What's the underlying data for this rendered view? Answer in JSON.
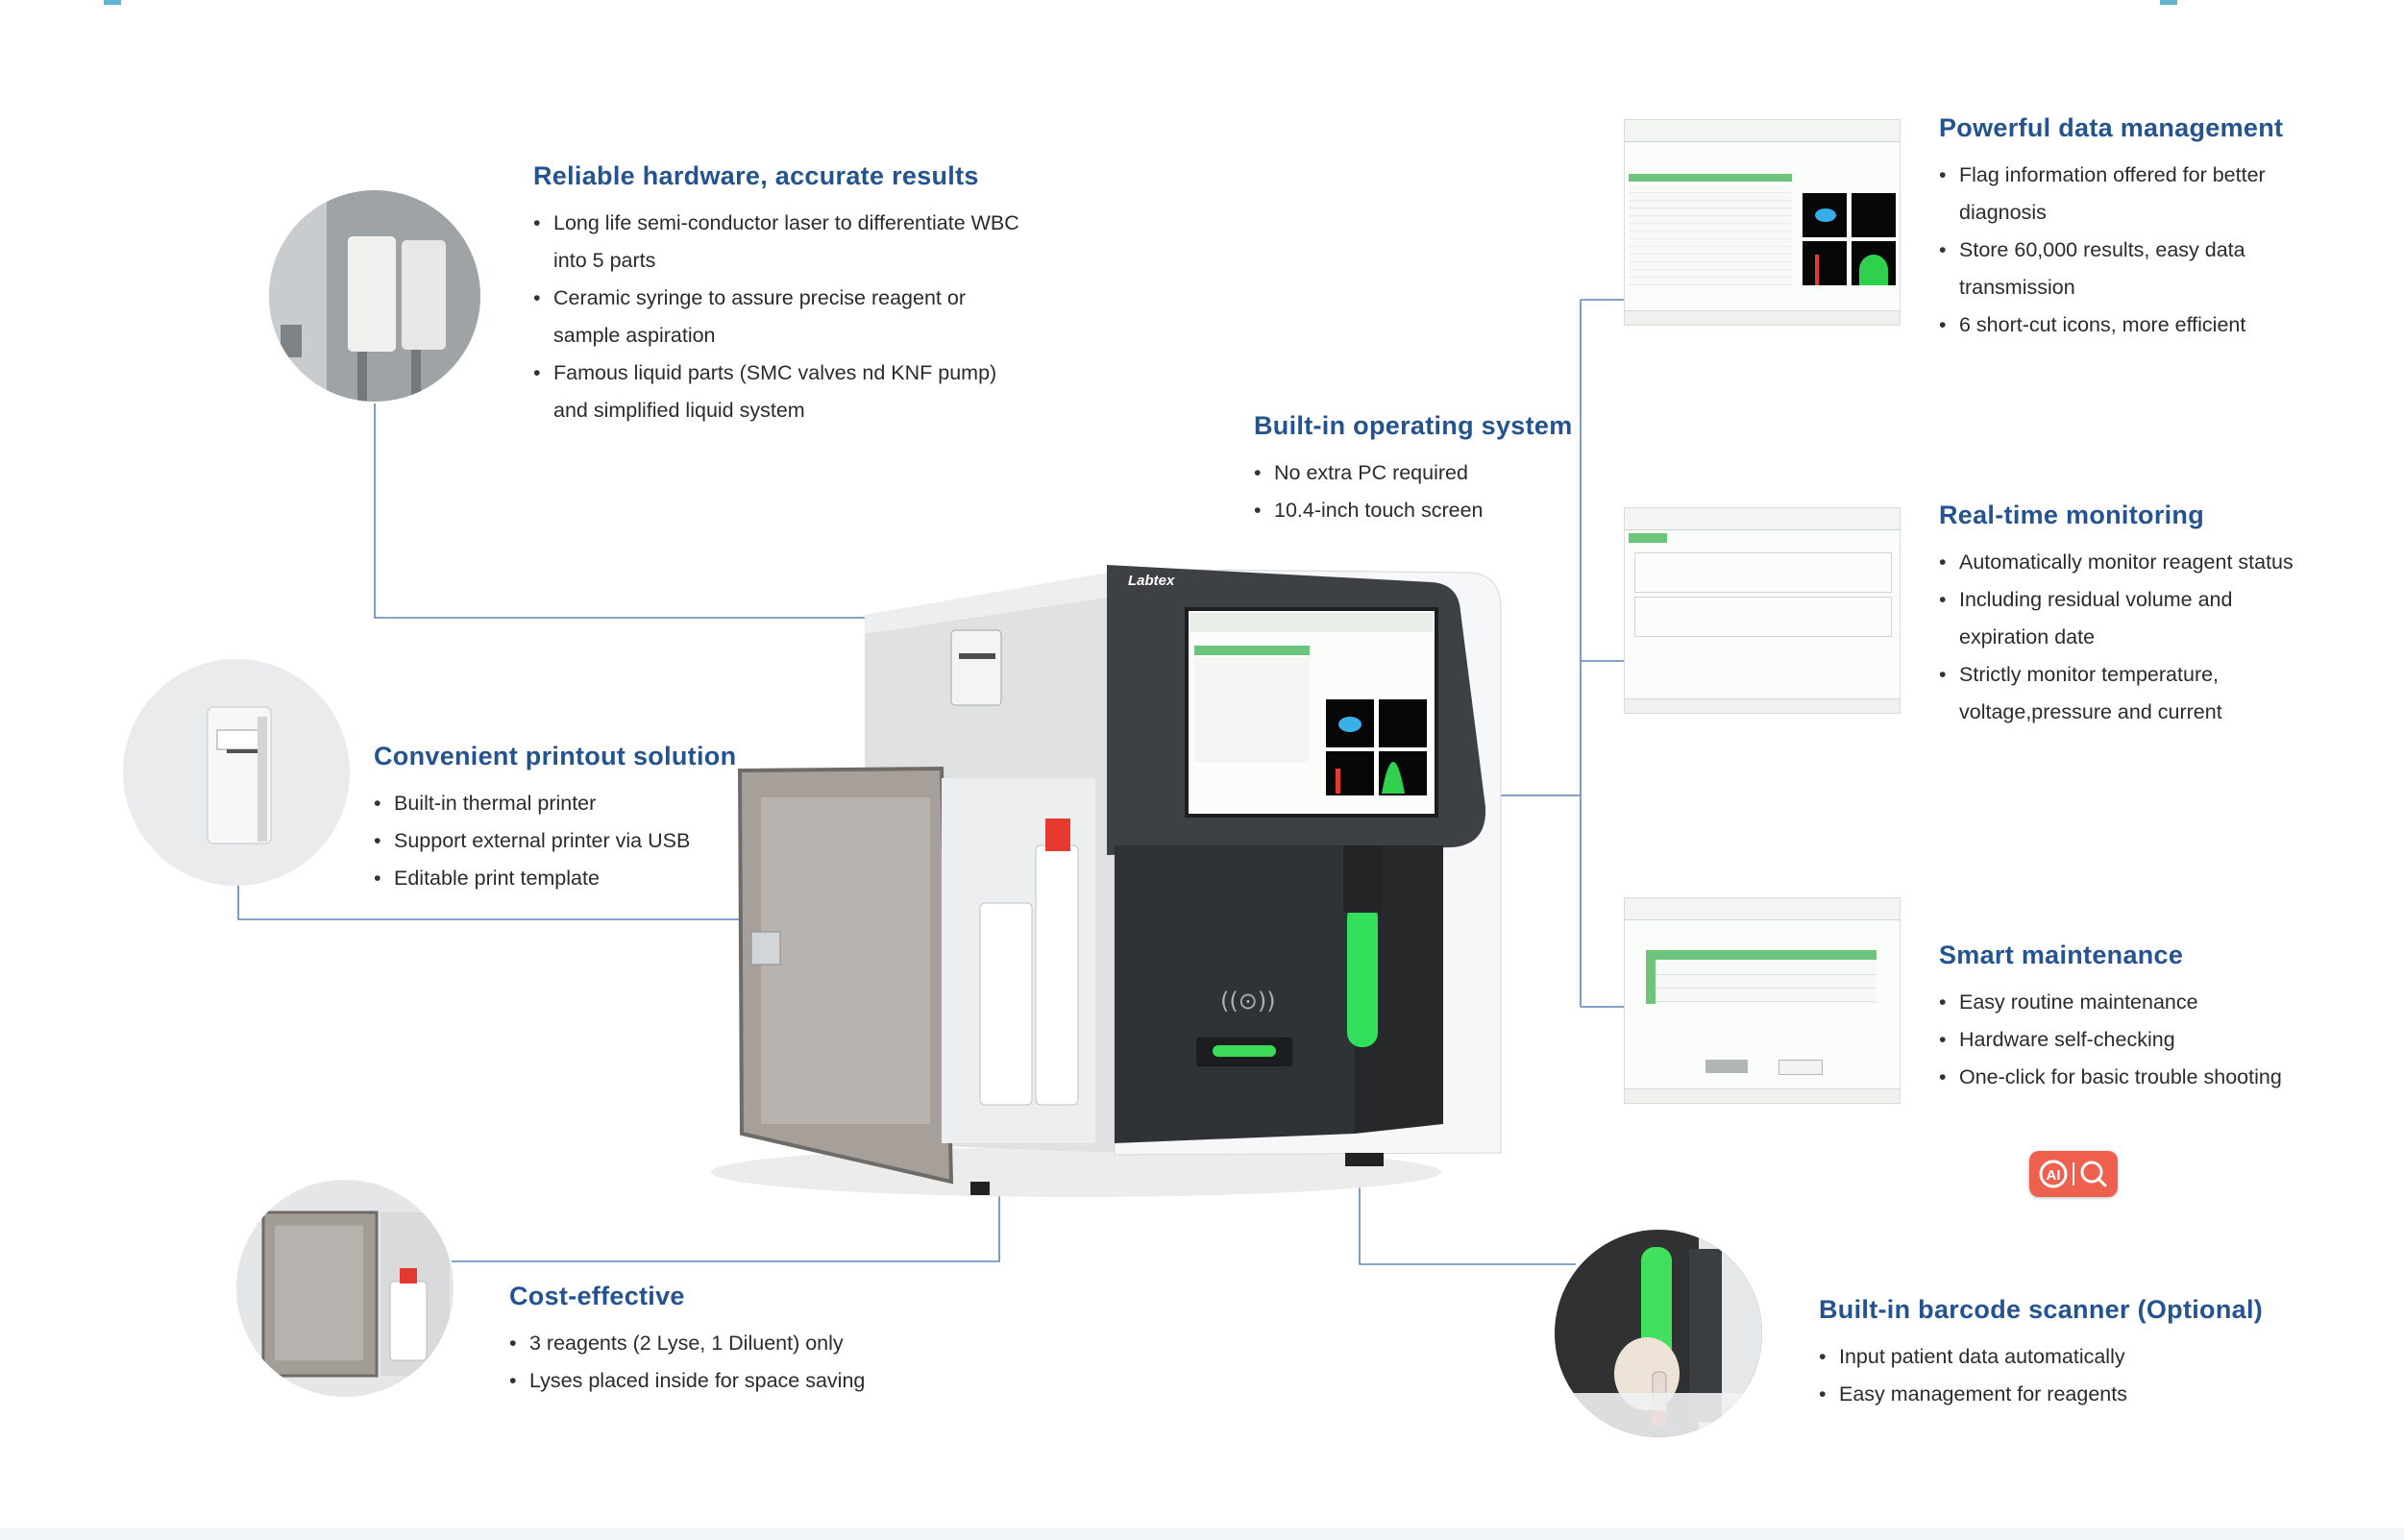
{
  "features": {
    "hardware": {
      "title": "Reliable hardware, accurate results",
      "items": [
        "Long life semi-conductor laser to differentiate WBC into 5 parts",
        "Ceramic syringe to assure precise reagent or sample aspiration",
        "Famous liquid parts (SMC valves nd KNF pump) and simplified liquid system"
      ]
    },
    "os": {
      "title": "Built-in operating system",
      "items": [
        "No extra PC required",
        "10.4-inch touch screen"
      ]
    },
    "data": {
      "title": "Powerful data management",
      "items": [
        "Flag information offered for better diagnosis",
        "Store 60,000 results, easy data transmission",
        "6 short-cut icons, more efficient"
      ]
    },
    "monitor": {
      "title": "Real-time monitoring",
      "items": [
        "Automatically monitor reagent status",
        "Including residual volume and expiration date",
        "Strictly monitor temperature, voltage,pressure and current"
      ]
    },
    "printout": {
      "title": "Convenient printout solution",
      "items": [
        "Built-in thermal printer",
        "Support external printer via USB",
        "Editable print template"
      ]
    },
    "maintenance": {
      "title": "Smart maintenance",
      "items": [
        "Easy routine maintenance",
        "Hardware self-checking",
        "One-click for basic trouble shooting"
      ]
    },
    "cost": {
      "title": "Cost-effective",
      "items": [
        "3 reagents (2 Lyse, 1 Diluent) only",
        "Lyses placed inside for space saving"
      ]
    },
    "barcode": {
      "title": "Built-in barcode scanner (Optional)",
      "items": [
        "Input patient data automatically",
        "Easy management for reagents"
      ]
    }
  },
  "device": {
    "brand": "Labtex"
  },
  "icons": {
    "ai_badge": "ai-search-icon"
  },
  "colors": {
    "heading": "#25538f",
    "connector": "#5b86b8",
    "accent_green": "#3ee85a",
    "badge": "#f0604f"
  }
}
